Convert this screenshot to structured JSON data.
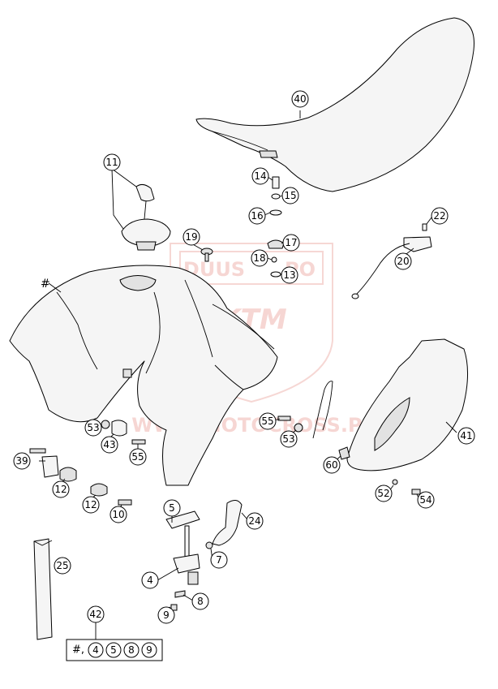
{
  "watermark": {
    "top_text": "DUUS",
    "top_text_2": "PO",
    "brand_text": "KTM",
    "url_text": "WWW.MOTOCROSS.PL"
  },
  "callouts": {
    "c40": "40",
    "c11": "11",
    "c14": "14",
    "c15": "15",
    "c16": "16",
    "c17": "17",
    "c18": "18",
    "c13": "13",
    "c19": "19",
    "c22": "22",
    "c20": "20",
    "c53a": "53",
    "c43": "43",
    "c55a": "55",
    "c39": "39",
    "c12a": "12",
    "c12b": "12",
    "c10": "10",
    "c5": "5",
    "c24": "24",
    "c7": "7",
    "c4": "4",
    "c8": "8",
    "c9": "9",
    "c25": "25",
    "c42": "42",
    "c55b": "55",
    "c53b": "53",
    "c60": "60",
    "c41": "41",
    "c52": "52",
    "c54": "54"
  },
  "hash_label": "#",
  "kit": {
    "prefix": "#,",
    "items": [
      "4",
      "5",
      "8",
      "9"
    ]
  }
}
